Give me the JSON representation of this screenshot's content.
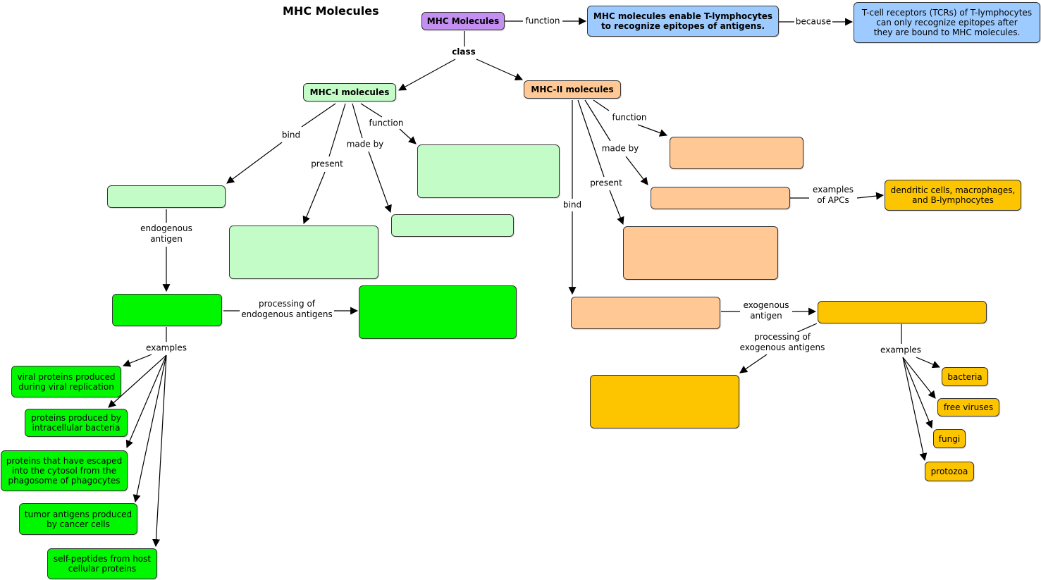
{
  "title": "MHC Molecules",
  "colors": {
    "purple": "#c38ff0",
    "blue": "#9dcbff",
    "light_green": "#c4fcc8",
    "green": "#00f700",
    "peach": "#ffc895",
    "gold": "#fdc400"
  },
  "nodes": {
    "mhc": "MHC Molecules",
    "function_desc": "MHC molecules enable T-lymphocytes\nto recognize epitopes of antigens.",
    "because_desc": "T-cell receptors (TCRs) of T-lymphocytes\ncan only recognize epitopes after\nthey are bound to MHC molecules.",
    "mhc1": "MHC-I molecules",
    "mhc2": "MHC-II molecules",
    "apc_examples": "dendritic cells, macrophages,\nand B-lymphocytes",
    "endo1": "viral proteins produced\nduring viral replication",
    "endo2": "proteins produced by\nintracellular bacteria",
    "endo3": "proteins that have escaped\ninto the cytosol from the\nphagosome of phagocytes",
    "endo4": "tumor antigens produced\nby cancer cells",
    "endo5": "self-peptides from host\ncellular proteins",
    "exo1": "bacteria",
    "exo2": "free viruses",
    "exo3": "fungi",
    "exo4": "protozoa",
    "blank": ""
  },
  "links": {
    "function": "function",
    "because": "because",
    "class": "class",
    "bind": "bind",
    "present": "present",
    "made_by": "made by",
    "endogenous_antigen": "endogenous\nantigen",
    "processing_endogenous": "processing of\nendogenous antigens",
    "examples": "examples",
    "examples_apcs": "examples\nof APCs",
    "exogenous_antigen": "exogenous\nantigen",
    "processing_exogenous": "processing of\nexogenous antigens"
  }
}
